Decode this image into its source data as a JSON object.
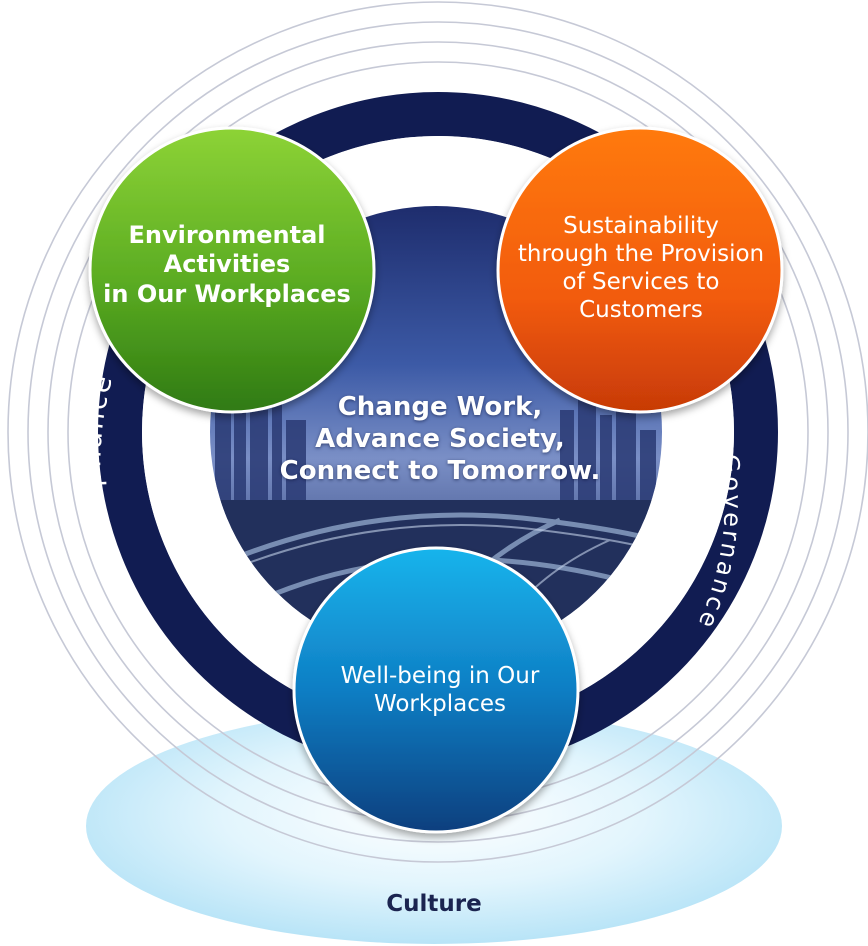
{
  "center_message": "Change Work,\nAdvance Society,\nConnect to Tomorrow.",
  "circles": {
    "environmental": {
      "label": "Environmental\nActivities\nin Our Workplaces",
      "color_light": "#8dd336",
      "color_dark": "#2f7a12"
    },
    "sustainability": {
      "label": "Sustainability\nthrough the Provision\nof Services to\nCustomers",
      "color_light": "#ff7a10",
      "color_dark": "#c73a06"
    },
    "wellbeing": {
      "label": "Well-being in Our\nWorkplaces",
      "color_light": "#19b4ec",
      "color_dark": "#0b3f7e"
    }
  },
  "ring": {
    "left_label": "Compliance",
    "right_label": "Governance",
    "color": "#111c52"
  },
  "base": {
    "label": "Culture",
    "color": "#cdeefb"
  }
}
